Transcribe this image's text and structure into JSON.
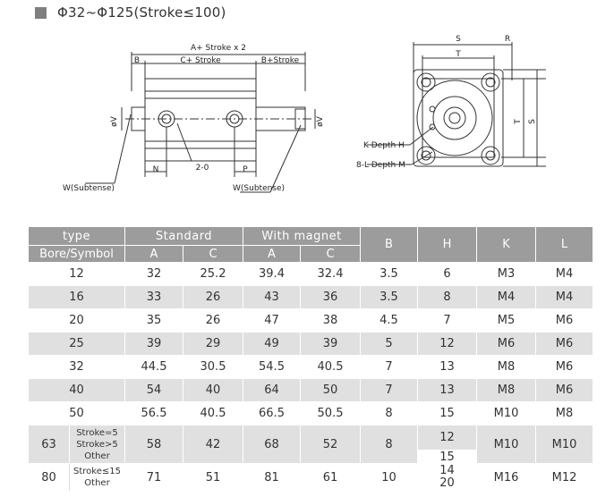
{
  "title": "Φ32~Φ125(Stroke≤100)",
  "drawing": {
    "labels": {
      "a_plus_stroke": "A+ Stroke x 2",
      "b": "B",
      "c_plus_stroke": "C+ Stroke",
      "b_plus_stroke": "B+Stroke",
      "phi_v_left": "øV",
      "phi_v_right": "øV",
      "n": "N",
      "two_o": "2-0",
      "p": "P",
      "w_left": "W(Subtense)",
      "w_right": "W(Subtense)",
      "s_top": "S",
      "r_top": "R",
      "t_top": "T",
      "t_side": "T",
      "s_side": "S",
      "k_depth": "K Depth H",
      "l_depth": "8-L Depth M"
    }
  },
  "table": {
    "header": {
      "type": "type",
      "bore_symbol": "Bore/Symbol",
      "standard": "Standard",
      "with_magnet": "With magnet",
      "a1": "A",
      "c1": "C",
      "a2": "A",
      "c2": "C",
      "b": "B",
      "h": "H",
      "k": "K",
      "l": "L"
    },
    "rows": [
      {
        "bore": "12",
        "a": "32",
        "c": "25.2",
        "ma": "39.4",
        "mc": "32.4",
        "b": "3.5",
        "h": "6",
        "k": "M3",
        "l": "M4"
      },
      {
        "bore": "16",
        "a": "33",
        "c": "26",
        "ma": "43",
        "mc": "36",
        "b": "3.5",
        "h": "8",
        "k": "M4",
        "l": "M4"
      },
      {
        "bore": "20",
        "a": "35",
        "c": "26",
        "ma": "47",
        "mc": "38",
        "b": "4.5",
        "h": "7",
        "k": "M5",
        "l": "M6"
      },
      {
        "bore": "25",
        "a": "39",
        "c": "29",
        "ma": "49",
        "mc": "39",
        "b": "5",
        "h": "12",
        "k": "M6",
        "l": "M6"
      },
      {
        "bore": "32",
        "a": "44.5",
        "c": "30.5",
        "ma": "54.5",
        "mc": "40.5",
        "b": "7",
        "h": "13",
        "k": "M8",
        "l": "M6"
      },
      {
        "bore": "40",
        "a": "54",
        "c": "40",
        "ma": "64",
        "mc": "50",
        "b": "7",
        "h": "13",
        "k": "M8",
        "l": "M6"
      },
      {
        "bore": "50",
        "a": "56.5",
        "c": "40.5",
        "ma": "66.5",
        "mc": "50.5",
        "b": "8",
        "h": "15",
        "k": "M10",
        "l": "M8"
      }
    ],
    "row63": {
      "bore": "63",
      "stroke_eq": "Stroke=5",
      "stroke_gt": "Stroke>5",
      "other": "Other",
      "a": "58",
      "c": "42",
      "ma": "68",
      "mc": "52",
      "b": "8",
      "h1": "12",
      "h2": "15",
      "k": "M10",
      "l": "M10"
    },
    "row80": {
      "bore": "80",
      "stroke_le": "Stroke≤15",
      "other": "Other",
      "a": "71",
      "c": "51",
      "ma": "81",
      "mc": "61",
      "b": "10",
      "h1": "14",
      "h2": "20",
      "k": "M16",
      "l": "M12"
    }
  }
}
